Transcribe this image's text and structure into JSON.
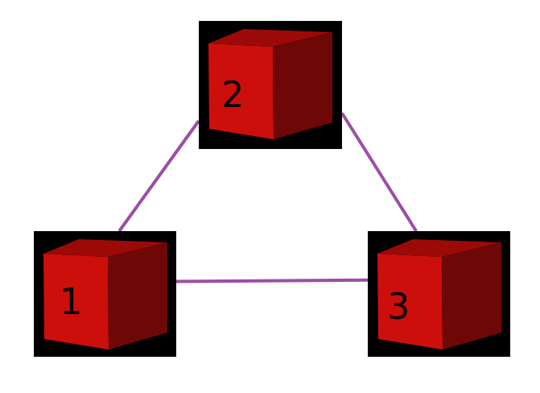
{
  "diagram": {
    "nodes": [
      {
        "text": [
          "2"
        ]
      },
      {
        "text": [
          "1"
        ]
      },
      {
        "text": [
          "3"
        ]
      }
    ],
    "edges": [
      {
        "from": 1,
        "to": 0,
        "arrow": "none"
      },
      {
        "from": 0,
        "to": 2,
        "arrow": "none"
      },
      {
        "from": 1,
        "to": 2,
        "arrow": "none"
      }
    ]
  }
}
